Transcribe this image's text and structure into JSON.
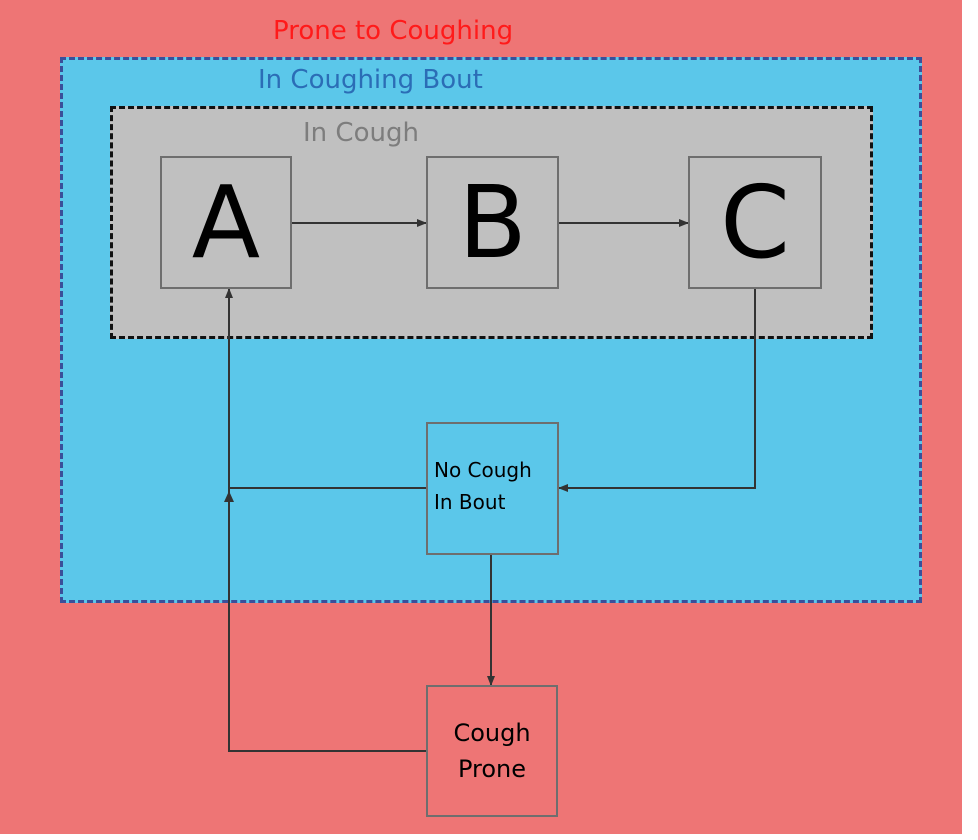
{
  "colors": {
    "prone_zone": "#ee7575",
    "bout_zone": "#5bc7ea",
    "cough_zone": "#c0c0c0",
    "prone_title": "#ff1a1a",
    "bout_title": "#2b6db6",
    "cough_title": "#7d7d7d",
    "connector": "#333333"
  },
  "zones": {
    "prone": {
      "title": "Prone to Coughing"
    },
    "bout": {
      "title": "In Coughing Bout"
    },
    "cough": {
      "title": "In Cough"
    }
  },
  "nodes": {
    "a": {
      "label": "A"
    },
    "b": {
      "label": "B"
    },
    "c": {
      "label": "C"
    },
    "no_cough_in_bout": {
      "line1": "No Cough",
      "line2": "In Bout"
    },
    "cough_prone": {
      "line1": "Cough",
      "line2": "Prone"
    }
  },
  "edges": [
    {
      "from": "A",
      "to": "B"
    },
    {
      "from": "B",
      "to": "C"
    },
    {
      "from": "C",
      "to": "No Cough In Bout"
    },
    {
      "from": "No Cough In Bout",
      "to": "A"
    },
    {
      "from": "No Cough In Bout",
      "to": "Cough Prone"
    },
    {
      "from": "Cough Prone",
      "to": "A"
    }
  ]
}
